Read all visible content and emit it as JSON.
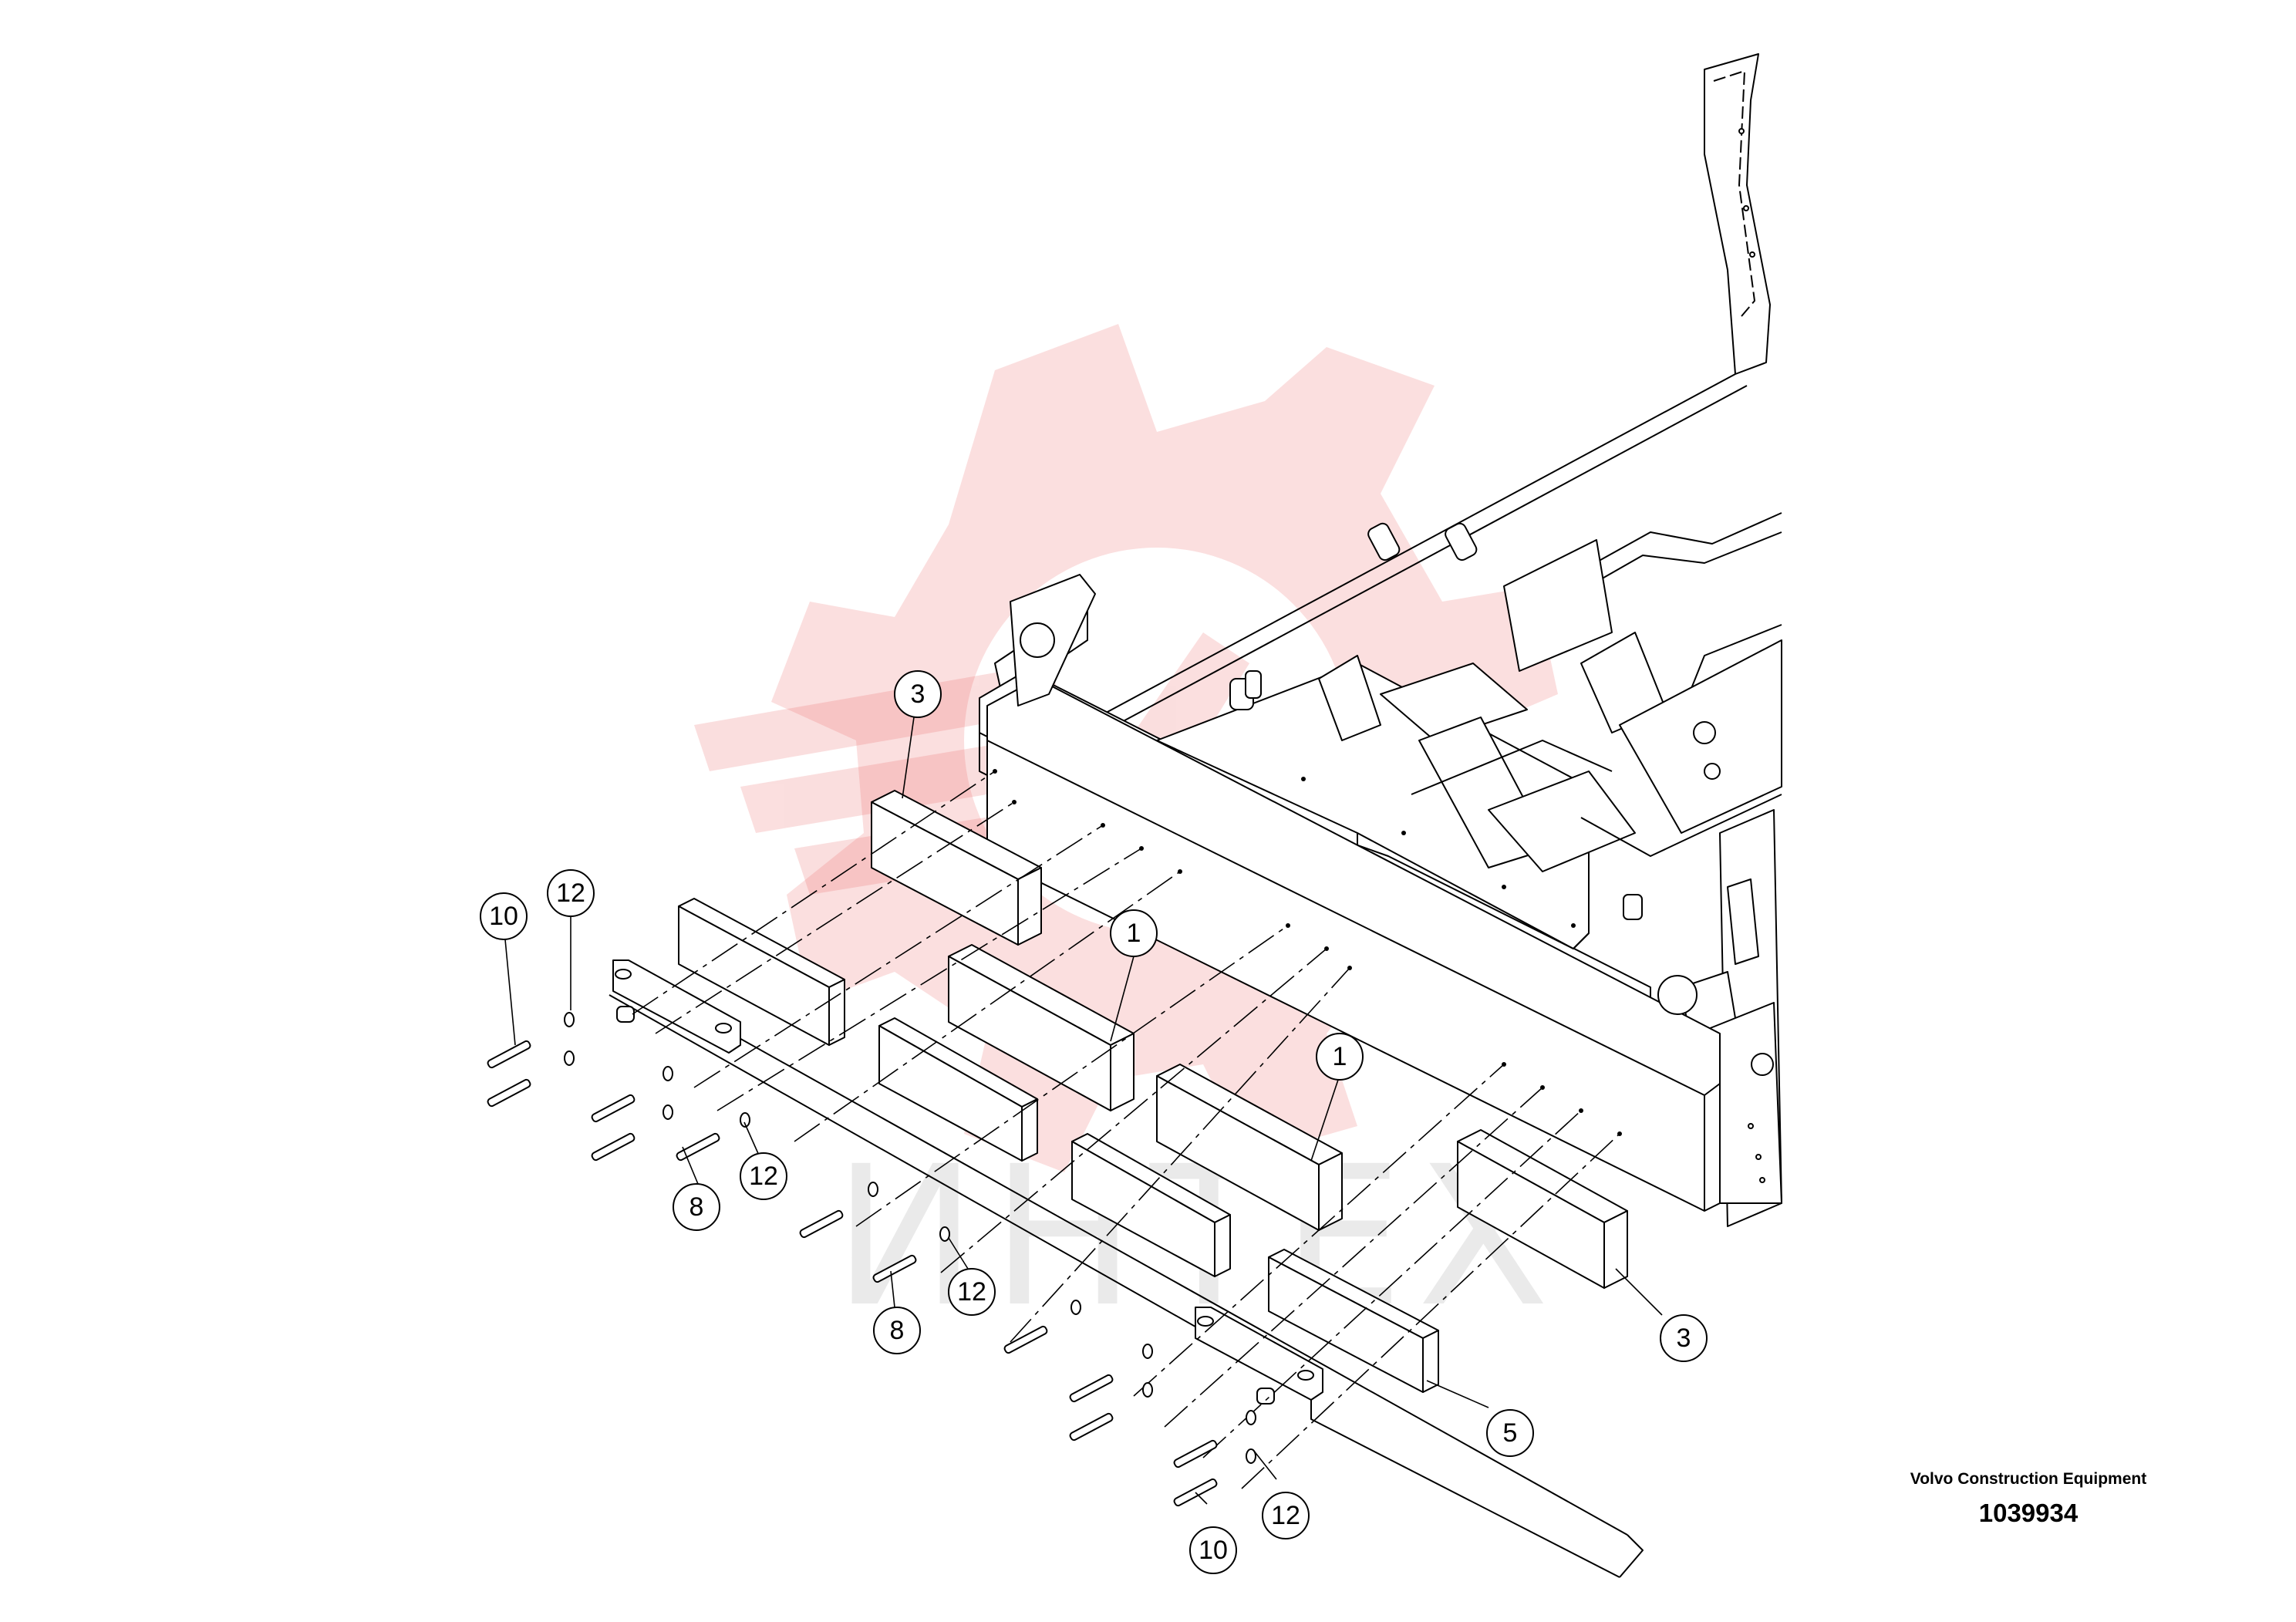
{
  "watermark": {
    "text": "ИНТЕХ",
    "color": "#e63b3b"
  },
  "brand": {
    "name": "Volvo Construction Equipment",
    "drawing_number": "1039934"
  },
  "callouts": [
    {
      "id": "c-3-top",
      "label": "3"
    },
    {
      "id": "c-12-left",
      "label": "12"
    },
    {
      "id": "c-10-left",
      "label": "10"
    },
    {
      "id": "c-1-left",
      "label": "1"
    },
    {
      "id": "c-1-right",
      "label": "1"
    },
    {
      "id": "c-12-a",
      "label": "12"
    },
    {
      "id": "c-8-a",
      "label": "8"
    },
    {
      "id": "c-12-b",
      "label": "12"
    },
    {
      "id": "c-8-b",
      "label": "8"
    },
    {
      "id": "c-3-right",
      "label": "3"
    },
    {
      "id": "c-5",
      "label": "5"
    },
    {
      "id": "c-12-c",
      "label": "12"
    },
    {
      "id": "c-10-bottom",
      "label": "10"
    }
  ]
}
